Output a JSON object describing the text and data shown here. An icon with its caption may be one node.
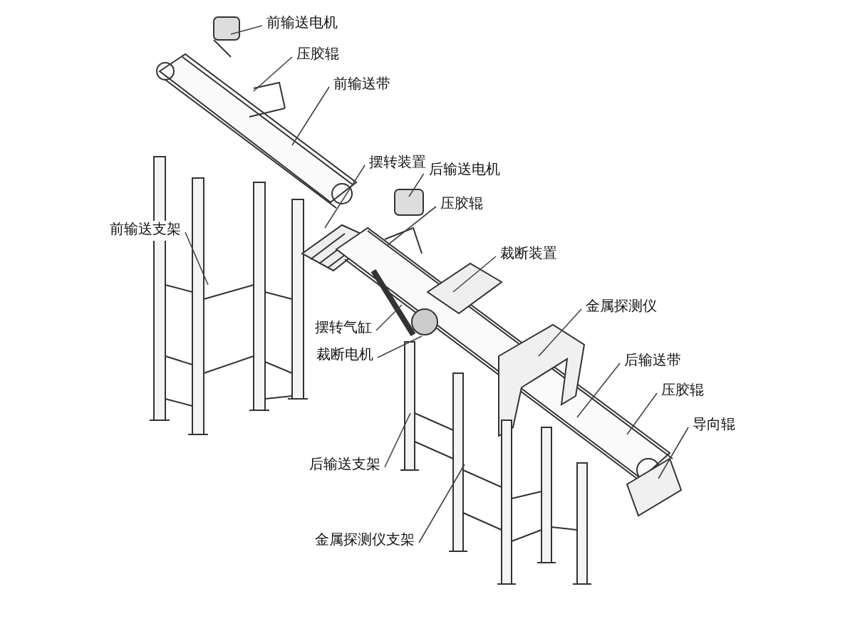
{
  "diagram": {
    "nodes": [
      {
        "text": [
          "前输送电机"
        ]
      },
      {
        "text": [
          "压胶辊"
        ]
      },
      {
        "text": [
          "前输送带"
        ]
      },
      {
        "text": [
          "摆转装置"
        ]
      },
      {
        "text": [
          "后输送电机"
        ]
      },
      {
        "text": [
          "压胶辊"
        ]
      },
      {
        "text": [
          "前输送支架"
        ]
      },
      {
        "text": [
          "裁断装置"
        ]
      },
      {
        "text": [
          "金属探测仪"
        ]
      },
      {
        "text": [
          "摆转气缸"
        ]
      },
      {
        "text": [
          "裁断电机"
        ]
      },
      {
        "text": [
          "后输送带"
        ]
      },
      {
        "text": [
          "压胶辊"
        ]
      },
      {
        "text": [
          "导向辊"
        ]
      },
      {
        "text": [
          "后输送支架"
        ]
      },
      {
        "text": [
          "金属探测仪支架"
        ]
      }
    ],
    "edges": [
      {
        "from": 0,
        "to": null,
        "arrow": "none"
      },
      {
        "from": 1,
        "to": null,
        "arrow": "none"
      },
      {
        "from": 2,
        "to": null,
        "arrow": "none"
      },
      {
        "from": 3,
        "to": null,
        "arrow": "none"
      },
      {
        "from": 4,
        "to": null,
        "arrow": "none"
      },
      {
        "from": 5,
        "to": null,
        "arrow": "none"
      },
      {
        "from": 6,
        "to": null,
        "arrow": "none"
      },
      {
        "from": 7,
        "to": null,
        "arrow": "none"
      },
      {
        "from": 8,
        "to": null,
        "arrow": "none"
      },
      {
        "from": 9,
        "to": null,
        "arrow": "none"
      },
      {
        "from": 10,
        "to": null,
        "arrow": "none"
      },
      {
        "from": 11,
        "to": null,
        "arrow": "none"
      },
      {
        "from": 12,
        "to": null,
        "arrow": "none"
      },
      {
        "from": 13,
        "to": null,
        "arrow": "none"
      },
      {
        "from": 14,
        "to": null,
        "arrow": "none"
      },
      {
        "from": 15,
        "to": null,
        "arrow": "none"
      }
    ]
  }
}
